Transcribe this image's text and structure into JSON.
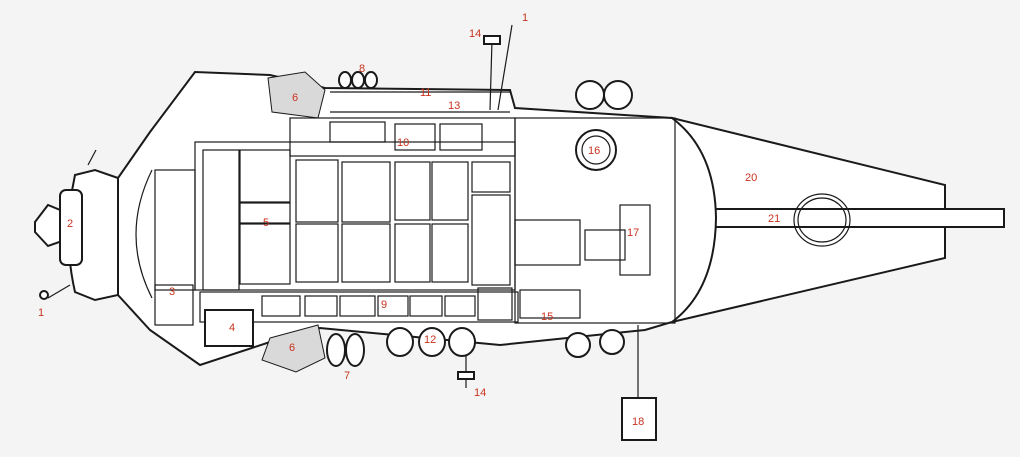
{
  "labels": [
    "1",
    "2",
    "3",
    "4",
    "5",
    "6",
    "7",
    "8",
    "9",
    "10",
    "11",
    "12",
    "13",
    "14",
    "15",
    "16",
    "17",
    "18",
    "20",
    "21"
  ],
  "colors": {
    "background": "#f4f4f4",
    "outline": "#1a1a1a",
    "label": "#c8321e",
    "fill": "#ffffff"
  }
}
